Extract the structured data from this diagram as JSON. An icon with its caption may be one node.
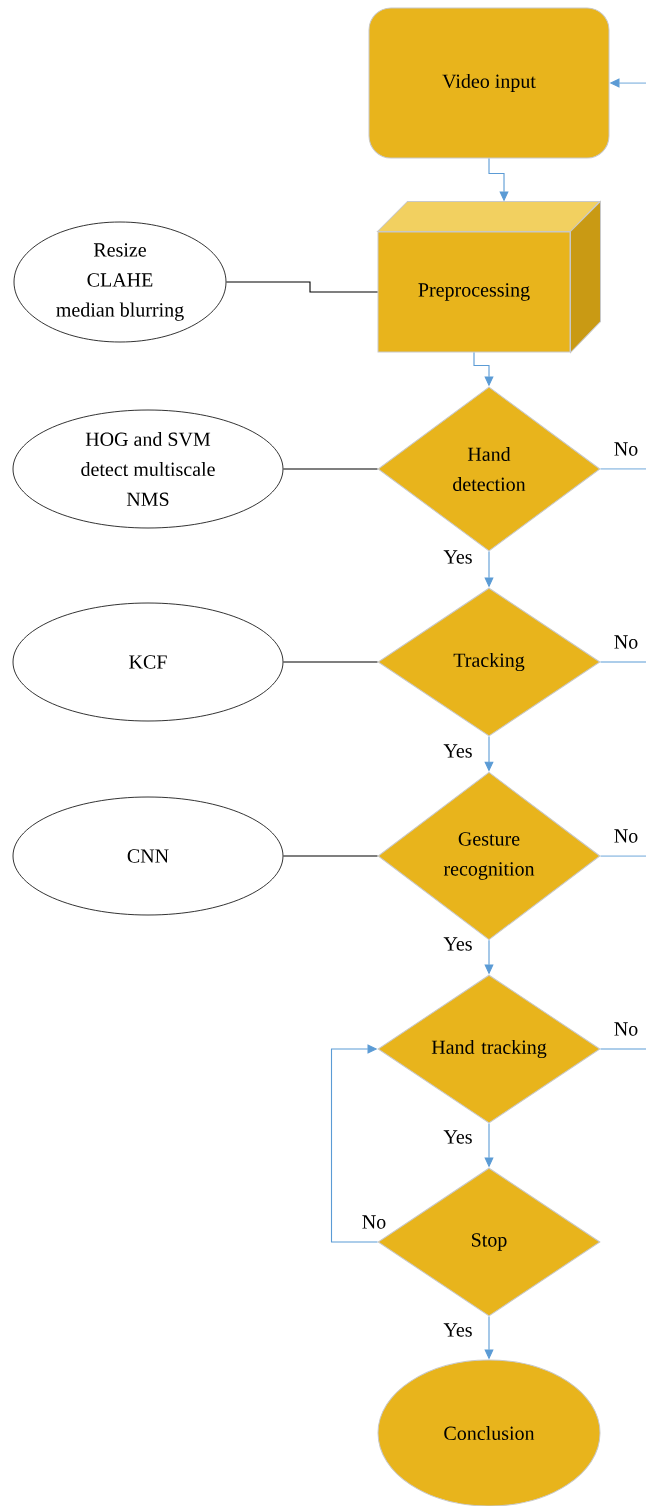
{
  "diagram": {
    "nodes": [
      {
        "text": [
          "Video input"
        ]
      },
      {
        "text": [
          "Resize",
          "CLAHE",
          "median blurring"
        ]
      },
      {
        "text": [
          "Preprocessing"
        ]
      },
      {
        "text": [
          "HOG and SVM",
          "detect multiscale",
          "NMS"
        ]
      },
      {
        "text": [
          "Hand detection"
        ]
      },
      {
        "text": [
          "KCF"
        ]
      },
      {
        "text": [
          "Tracking"
        ]
      },
      {
        "text": [
          "CNN"
        ]
      },
      {
        "text": [
          "Gesture recognition"
        ]
      },
      {
        "text": [
          "Hand tracking"
        ]
      },
      {
        "text": [
          "Stop"
        ]
      },
      {
        "text": [
          "Conclusion"
        ]
      }
    ],
    "edges": [
      {
        "from": 0,
        "to": 2,
        "arrow": "to"
      },
      {
        "from": 1,
        "to": 2,
        "arrow": "none",
        "color": "#000000"
      },
      {
        "from": 2,
        "to": 4,
        "arrow": "to"
      },
      {
        "from": 3,
        "to": 4,
        "arrow": "none",
        "color": "#000000"
      },
      {
        "from": 4,
        "to": null,
        "arrow": "none",
        "label": "No"
      },
      {
        "from": 4,
        "to": 6,
        "arrow": "to",
        "label": "Yes"
      },
      {
        "from": 5,
        "to": 6,
        "arrow": "none",
        "color": "#000000"
      },
      {
        "from": 6,
        "to": null,
        "arrow": "none",
        "label": "No"
      },
      {
        "from": 6,
        "to": 8,
        "arrow": "to",
        "label": "Yes"
      },
      {
        "from": 7,
        "to": 8,
        "arrow": "none",
        "color": "#000000"
      },
      {
        "from": 8,
        "to": null,
        "arrow": "none",
        "label": "No"
      },
      {
        "from": 8,
        "to": 9,
        "arrow": "to",
        "label": "Yes"
      },
      {
        "from": 9,
        "to": null,
        "arrow": "none",
        "label": "No"
      },
      {
        "from": 9,
        "to": 10,
        "arrow": "to",
        "label": "Yes"
      },
      {
        "from": 10,
        "to": 9,
        "arrow": "to",
        "label": "No"
      },
      {
        "from": 10,
        "to": 11,
        "arrow": "to",
        "label": "Yes"
      },
      {
        "from": null,
        "to": 0,
        "arrow": "to"
      }
    ]
  }
}
